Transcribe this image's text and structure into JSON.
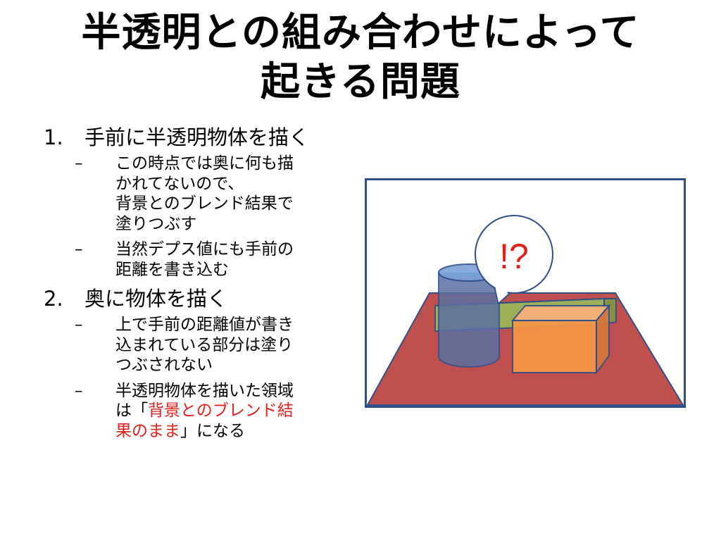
{
  "slide": {
    "title_lines": [
      "半透明との組み合わせによって",
      "起きる問題"
    ],
    "items": [
      {
        "number": "1.",
        "text": "手前に半透明物体を描く",
        "subitems": [
          {
            "bullet": "–",
            "lines": [
              "この時点では奥に何も描",
              "かれてないので、",
              "背景とのブレンド結果で",
              "塗りつぶす"
            ]
          },
          {
            "bullet": "–",
            "lines": [
              "当然デプス値にも手前の",
              "距離を書き込む"
            ]
          }
        ]
      },
      {
        "number": "2.",
        "text": "奥に物体を描く",
        "subitems": [
          {
            "bullet": "–",
            "lines": [
              "上で手前の距離値が書き",
              "込まれている部分は塗り",
              "つぶされない"
            ]
          },
          {
            "bullet": "–",
            "line1": "半透明物体を描いた領域",
            "line2_prefix": "は「",
            "line2_highlight": "背景とのブレンド結",
            "line3_highlight": "果のまま",
            "line3_suffix": "」になる"
          }
        ]
      }
    ]
  },
  "figure": {
    "speech_text": "!?",
    "colors": {
      "frame": "#2f4f8a",
      "floor": "#c0504d",
      "green_box": "#9bbb59",
      "orange_box": "#f79646",
      "cylinder": "#4f81bd",
      "speech_text": "#e0201a"
    }
  }
}
